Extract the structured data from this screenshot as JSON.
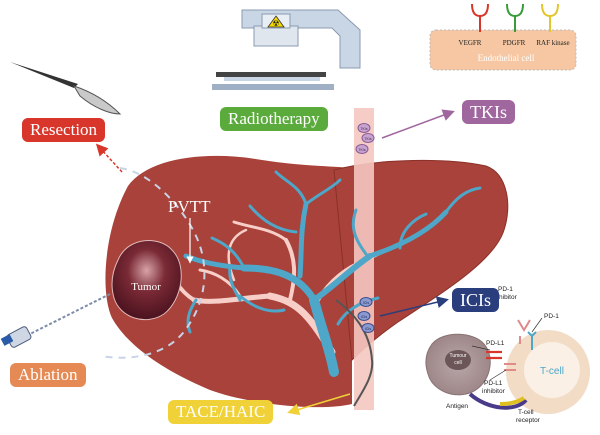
{
  "labels": {
    "resection": "Resection",
    "radiotherapy": "Radiotherapy",
    "tkis": "TKIs",
    "icis": "ICIs",
    "ablation": "Ablation",
    "tace_haic": "TACE/HAIC",
    "pvtt": "PVTT",
    "tumor": "Tumor"
  },
  "receptors": {
    "vegfr": "VEGFR",
    "pdgfr": "PDGFR",
    "raf": "RAF kinase",
    "cell": "Endothelial cell"
  },
  "vessel_pills": {
    "top": [
      "TKIs",
      "TKIs",
      "TKIs"
    ],
    "bottom": [
      "ICIs",
      "ICIs",
      "ICIs"
    ]
  },
  "immune": {
    "pd1_inhibitor": "PD-1\ninhibitor",
    "pd1": "PD-1",
    "pdl1": "PD-L1",
    "pdl1_inhibitor": "PD-L1\ninhibitor",
    "tumour_cell": "Tumour\ncell",
    "tcell": "T-cell",
    "antigen": "Antigen",
    "tcell_receptor": "T-cell\nreceptor"
  },
  "colors": {
    "resection": "#d9362b",
    "radiotherapy": "#5aab3c",
    "tkis": "#a0669e",
    "icis": "#2a3d7c",
    "ablation": "#e58a55",
    "tace_haic": "#f0d238",
    "liver": "#a8423a",
    "vessel_blue": "#4ea6c8",
    "vessel_pink": "#f7cfc8"
  }
}
